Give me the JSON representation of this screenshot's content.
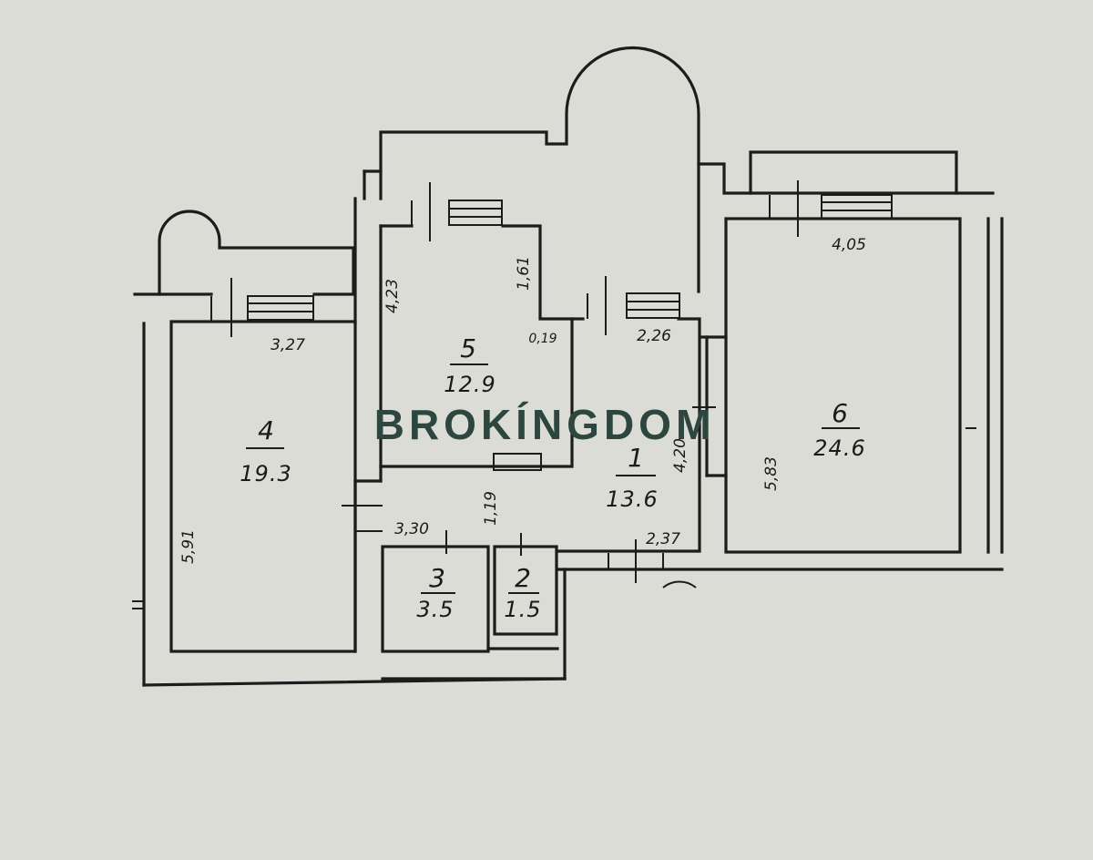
{
  "watermark": "BROKÍNGDOM",
  "rooms": [
    {
      "id": "1",
      "area": "13.6"
    },
    {
      "id": "2",
      "area": "1.5"
    },
    {
      "id": "3",
      "area": "3.5"
    },
    {
      "id": "4",
      "area": "19.3"
    },
    {
      "id": "5",
      "area": "12.9"
    },
    {
      "id": "6",
      "area": "24.6"
    }
  ],
  "dimensions": [
    "3,27",
    "5,91",
    "4,23",
    "1,61",
    "0,19",
    "2,26",
    "4,05",
    "5,83",
    "4,20",
    "1,19",
    "3,30",
    "2,37"
  ],
  "colors": {
    "paper": "#dcdcd6",
    "ink": "#1c1c1c",
    "watermark": "#2e4640"
  }
}
